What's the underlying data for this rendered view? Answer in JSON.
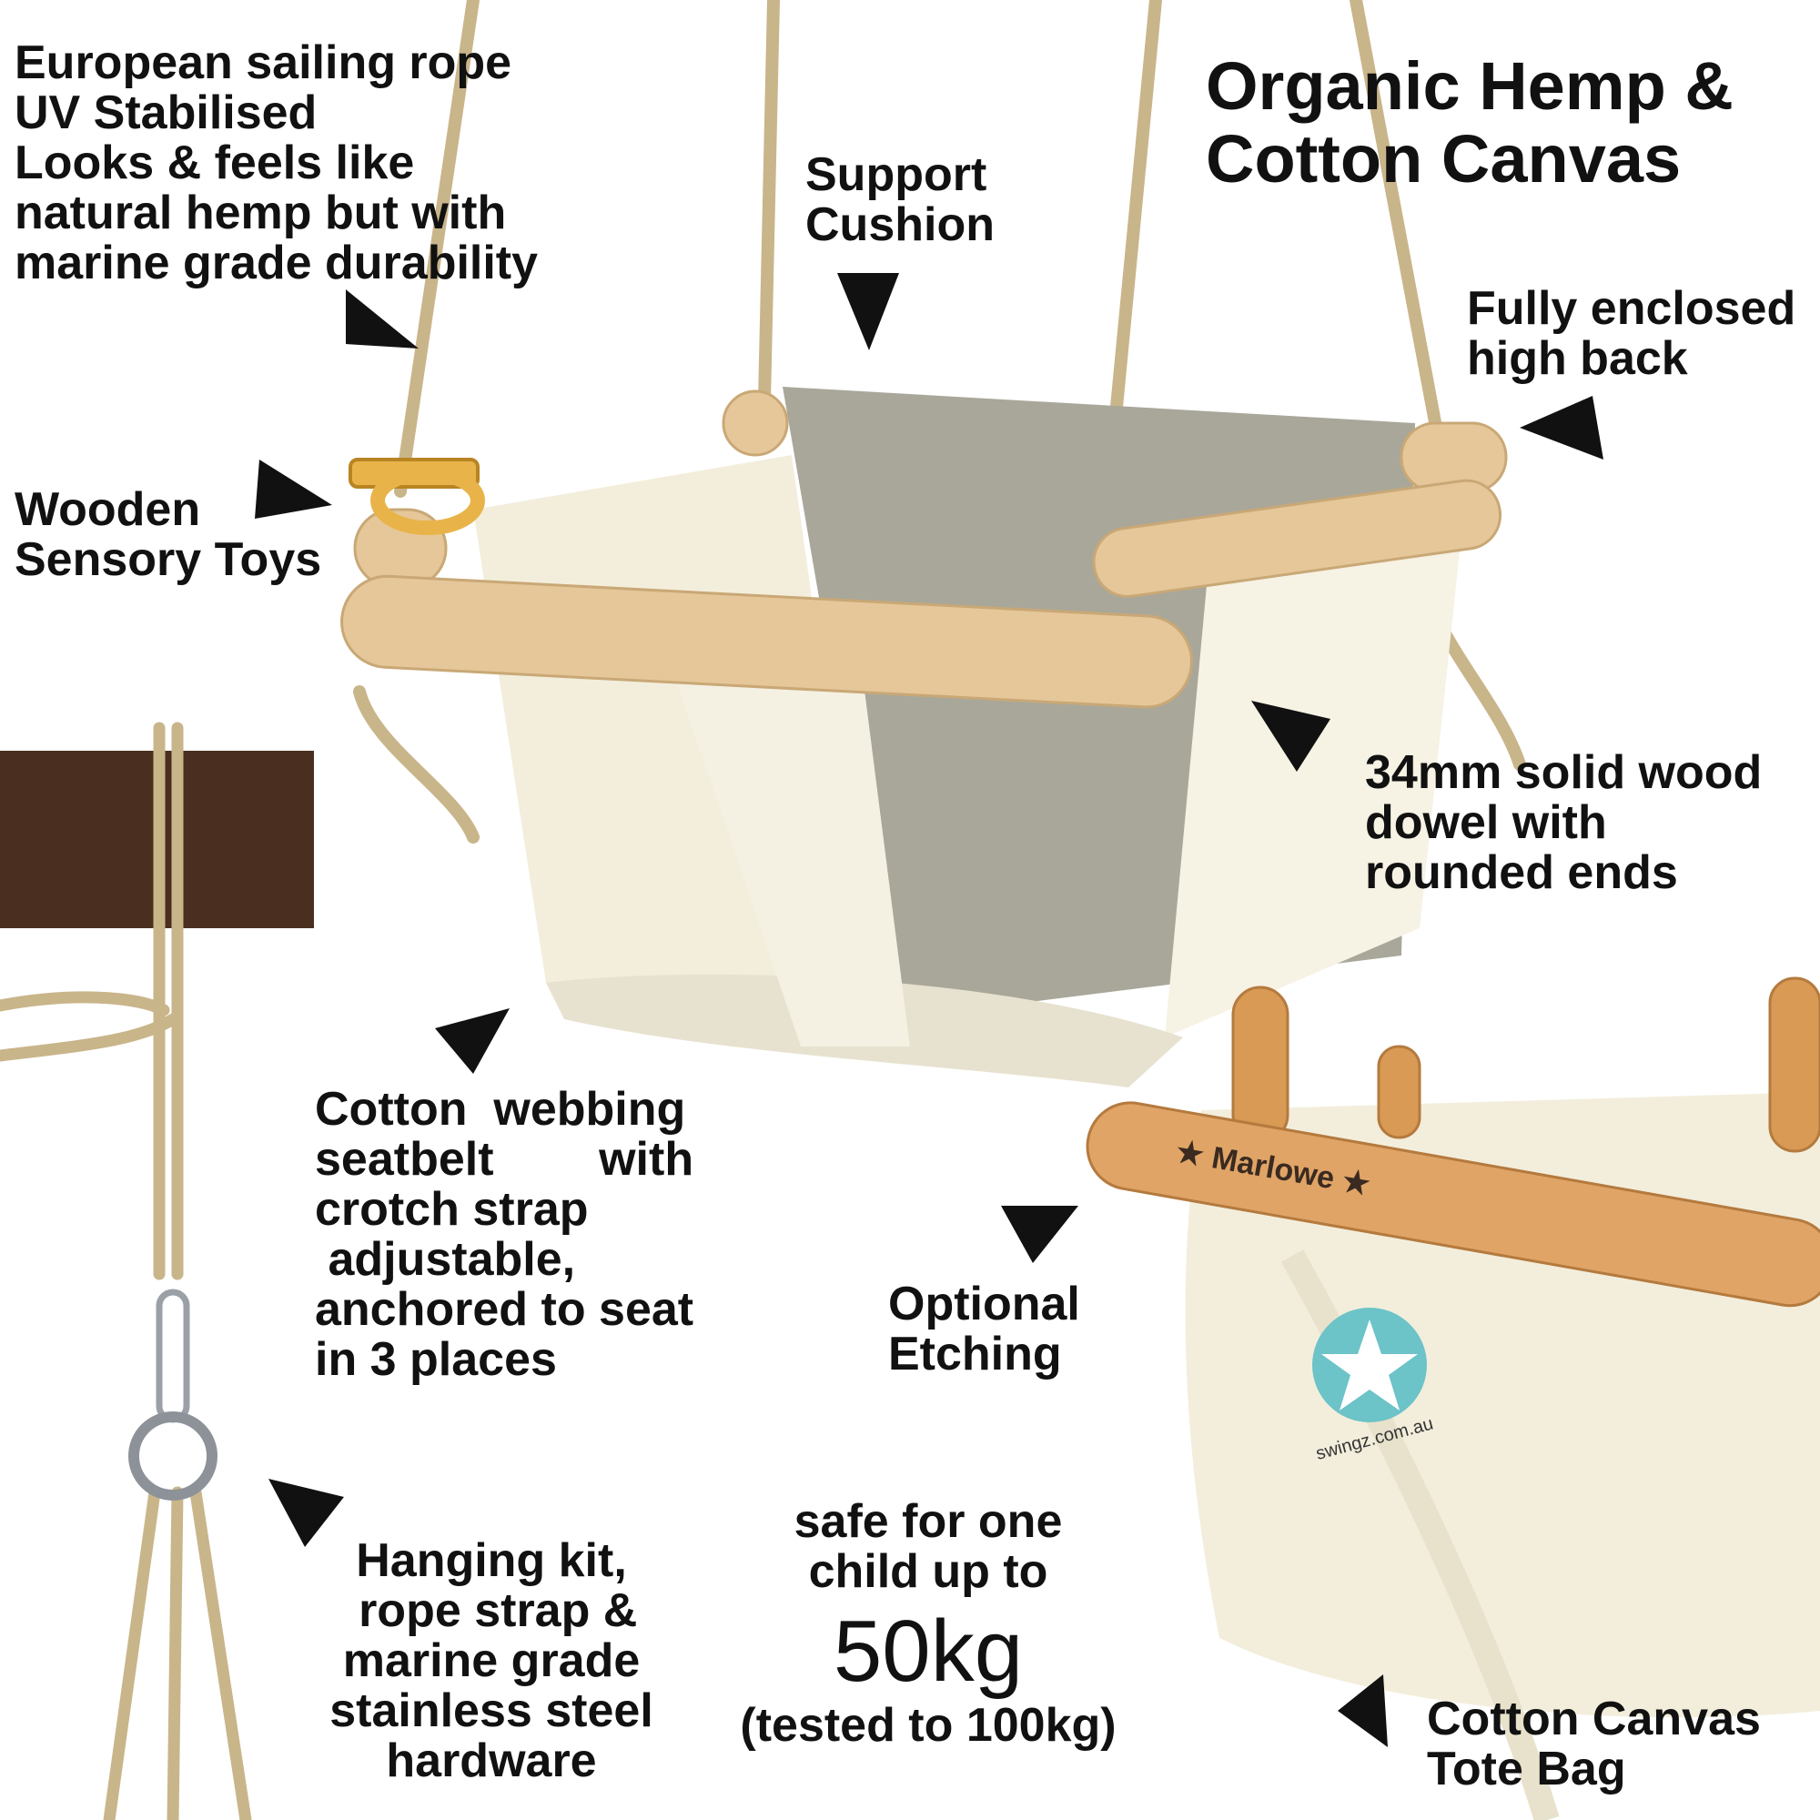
{
  "labels": {
    "rope": [
      "European sailing rope",
      "UV Stabilised",
      "Looks & feels like",
      "natural hemp but with",
      "marine grade durability"
    ],
    "title": [
      "Organic Hemp &",
      "Cotton Canvas"
    ],
    "cushion": [
      "Support",
      "Cushion"
    ],
    "back": [
      "Fully enclosed",
      "high back"
    ],
    "toys": [
      "Wooden",
      "Sensory Toys"
    ],
    "dowel": [
      "34mm solid wood",
      "dowel with",
      "rounded ends"
    ],
    "seatbelt": [
      "Cotton  webbing",
      "seatbelt        with",
      "crotch strap",
      " adjustable,",
      "anchored to seat",
      "in 3 places"
    ],
    "etching": [
      "Optional",
      "Etching"
    ],
    "hanging": [
      "Hanging kit,",
      " rope strap &",
      "marine grade",
      "stainless steel",
      "hardware"
    ],
    "safe": [
      "safe for one",
      "child up to"
    ],
    "weight": "50kg",
    "tested": "(tested to 100kg)",
    "tote": [
      "Cotton Canvas",
      "Tote Bag"
    ]
  },
  "engraving": "★ Marlowe ★",
  "logo_text": "swingz.com.au",
  "colors": {
    "rope": "#c9b58a",
    "wood": "#e6c79a",
    "canvas": "#f3eedc",
    "cushion": "#a9a79a",
    "beam": "#4a2f20",
    "star": "#6cc3c8"
  }
}
